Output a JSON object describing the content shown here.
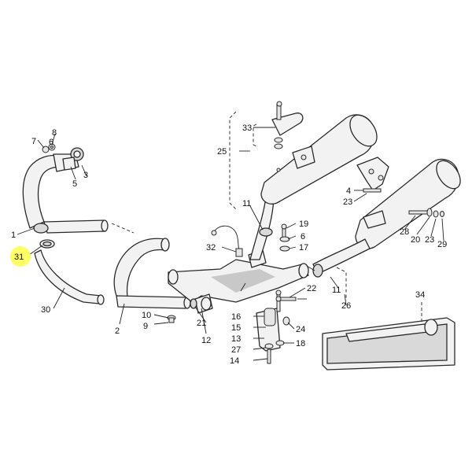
{
  "diagram": {
    "highlight_color": "#ffff66",
    "highlighted_callout": "31",
    "callouts": {
      "c1": "1",
      "c2": "2",
      "c3": "3",
      "c4": "4",
      "c5": "5",
      "c6a": "6",
      "c6b": "6",
      "c7": "7",
      "c8": "8",
      "c9": "9",
      "c10": "10",
      "c11a": "11",
      "c11b": "11",
      "c12": "12",
      "c13": "13",
      "c14": "14",
      "c15": "15",
      "c16": "16",
      "c17": "17",
      "c18": "18",
      "c19": "19",
      "c20": "20",
      "c21": "21",
      "c22": "22",
      "c23a": "23",
      "c23b": "23",
      "c24": "24",
      "c25": "25",
      "c26": "26",
      "c27": "27",
      "c28": "28",
      "c29": "29",
      "c30": "30",
      "c31": "31",
      "c32": "32",
      "c33": "33",
      "c34": "34"
    }
  }
}
